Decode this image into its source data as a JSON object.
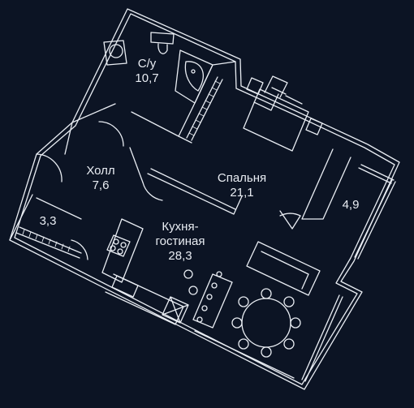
{
  "rooms": {
    "bathroom": {
      "name": "С/у",
      "area": "10,7"
    },
    "hall": {
      "name": "Холл",
      "area": "7,6"
    },
    "bedroom": {
      "name": "Спальня",
      "area": "21,1"
    },
    "wardrobe": {
      "area": "4,9"
    },
    "storage": {
      "area": "3,3"
    },
    "kitchen": {
      "name_line1": "Кухня-",
      "name_line2": "гостиная",
      "area": "28,3"
    }
  },
  "colors": {
    "background": "#0c1424",
    "line": "#e9edf3"
  }
}
